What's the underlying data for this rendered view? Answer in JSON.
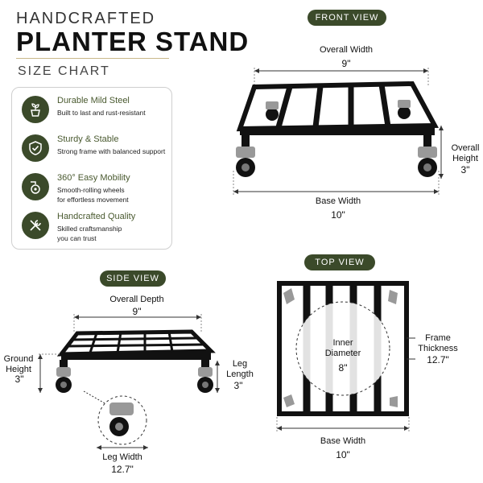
{
  "header": {
    "pre_title": "HANDCRAFTED",
    "title": "PLANTER STAND",
    "subtitle": "SIZE CHART"
  },
  "features": [
    {
      "icon": "plant-icon",
      "title": "Durable Mild Steel",
      "description": "Built to last and rust-resistant"
    },
    {
      "icon": "shield-check-icon",
      "title": "Sturdy & Stable",
      "description": "Strong frame with balanced support"
    },
    {
      "icon": "wheel-icon",
      "title": "360° Easy Mobility",
      "description": "Smooth-rolling wheels\nfor effortless movement"
    },
    {
      "icon": "tools-icon",
      "title": "Handcrafted Quality",
      "description": "Skilled craftsmanship\nyou can trust"
    }
  ],
  "front_view": {
    "label": "FRONT VIEW",
    "overall_width_label": "Overall Width",
    "overall_width_value": "9\"",
    "overall_height_label": "Overall\nHeight",
    "overall_height_value": "3\"",
    "base_width_label": "Base Width",
    "base_width_value": "10\""
  },
  "side_view": {
    "label": "SIDE VIEW",
    "overall_depth_label": "Overall Depth",
    "overall_depth_value": "9\"",
    "ground_height_label": "Ground\nHeight",
    "ground_height_value": "3\"",
    "leg_length_label": "Leg\nLength",
    "leg_length_value": "3\"",
    "leg_width_label": "Leg Width",
    "leg_width_value": "12.7\""
  },
  "top_view": {
    "label": "TOP VIEW",
    "inner_diameter_label": "Inner\nDiameter",
    "inner_diameter_value": "8\"",
    "frame_thickness_label": "Frame\nThickness",
    "frame_thickness_value": "12.7\"",
    "base_width_label": "Base Width",
    "base_width_value": "10\""
  },
  "colors": {
    "accent": "#3b4a2a",
    "gold_rule": "#c9b88a",
    "metal": "#111111"
  }
}
